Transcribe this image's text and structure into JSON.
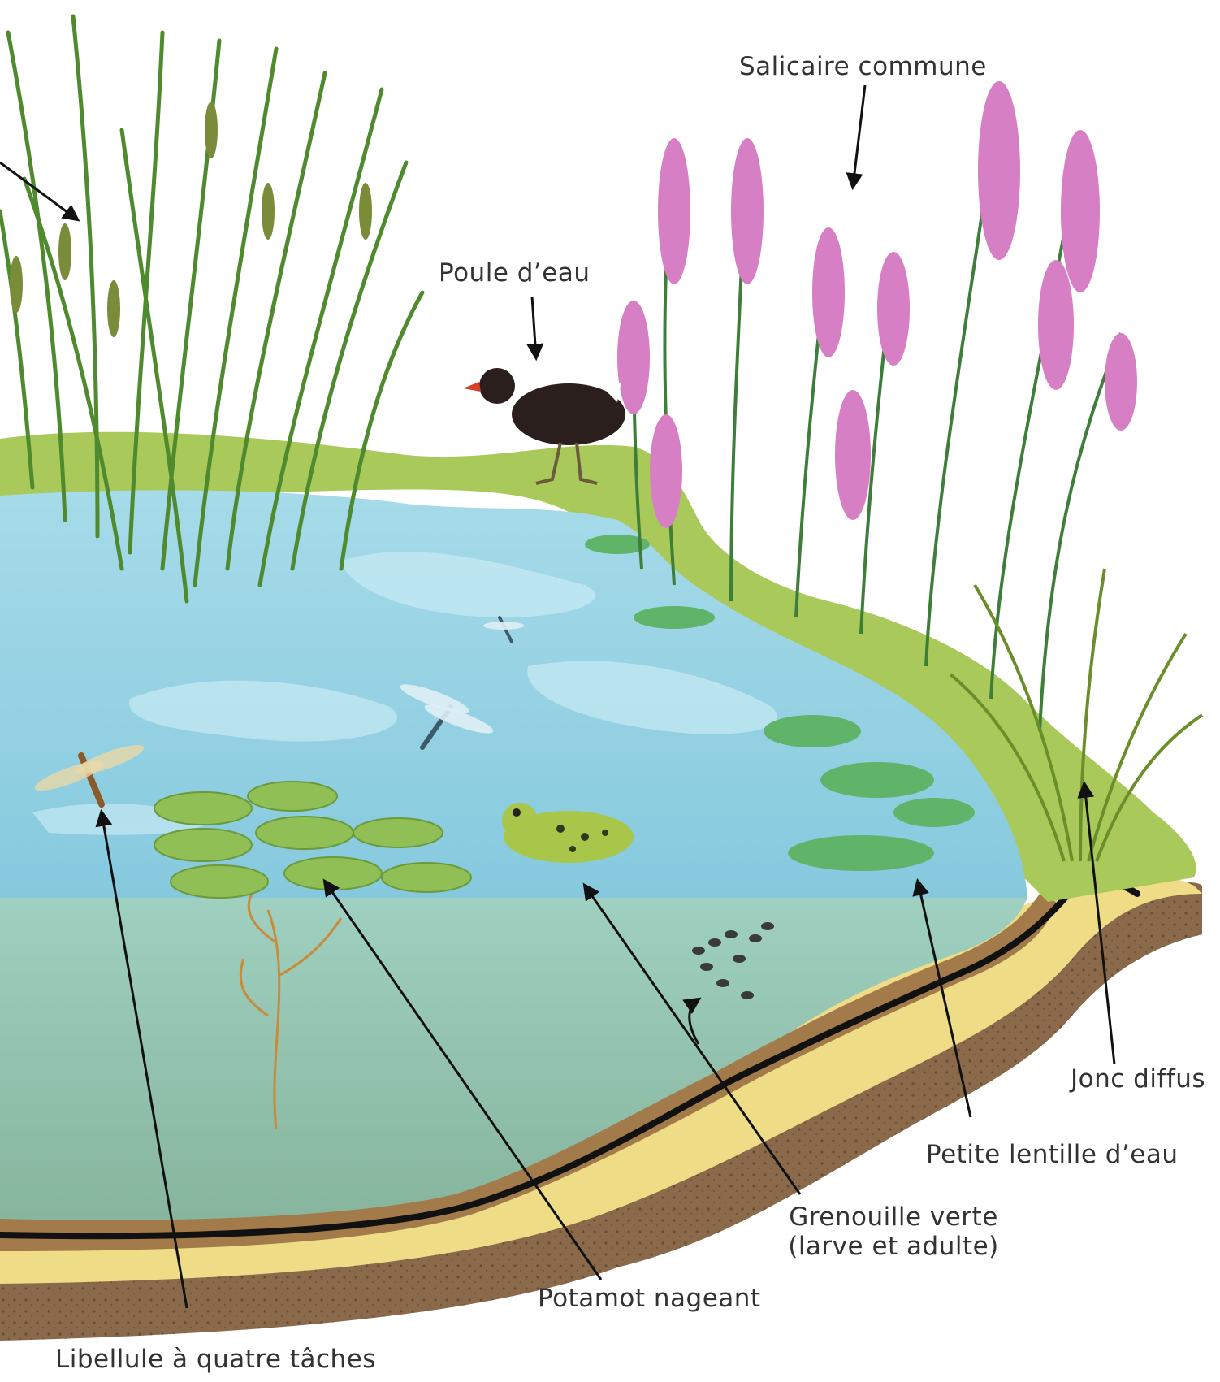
{
  "labels": {
    "salicaire": "Salicaire commune",
    "poule": "Poule d’eau",
    "jonc": "Jonc diffus",
    "lentille": "Petite lentille d’eau",
    "grenouille_line1": "Grenouille verte",
    "grenouille_line2": "(larve et adulte)",
    "potamot": "Potamot nageant",
    "libellule": "Libellule à quatre tâches"
  },
  "colors": {
    "water_surface": "#8fd0e3",
    "water_deep": "#8fbfae",
    "sand": "#eedc86",
    "soil": "#8a6a4a",
    "liner": "#111111",
    "grass": "#a9c95a",
    "reed": "#4f8a2e",
    "flower": "#d77fc4",
    "label_text": "#333333"
  }
}
